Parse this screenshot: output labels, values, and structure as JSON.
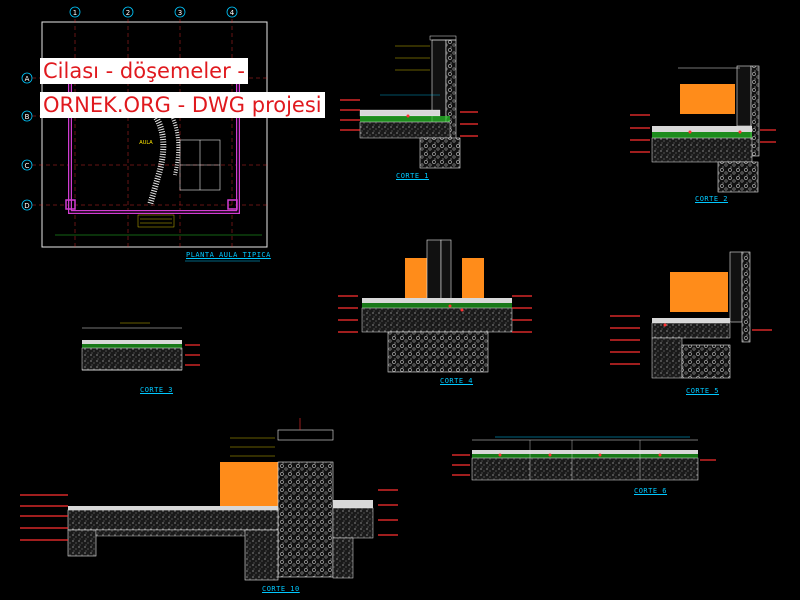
{
  "watermark": {
    "line1": "Cilası - döşemeler -",
    "line2": "ORNEK.ORG - DWG projesi"
  },
  "drawings": {
    "plan_title": "PLANTA AULA TIPICA",
    "corte1": "CORTE 1",
    "corte2": "CORTE 2",
    "corte3": "CORTE 3",
    "corte4": "CORTE 4",
    "corte5": "CORTE 5",
    "corte6": "CORTE 6",
    "corte10": "CORTE 10",
    "aula_label": "AULA",
    "grid_cols": [
      "1",
      "2",
      "3",
      "4"
    ],
    "grid_rows": [
      "A",
      "B",
      "C",
      "D"
    ]
  },
  "colors": {
    "background": "#000000",
    "walls": "#d23cd2",
    "cyan": "#00c8ff",
    "orange": "#ff8c1a",
    "concrete": "#a8a8a8",
    "red": "#e0191e",
    "green": "#28c828",
    "yellow": "#ffe600"
  }
}
